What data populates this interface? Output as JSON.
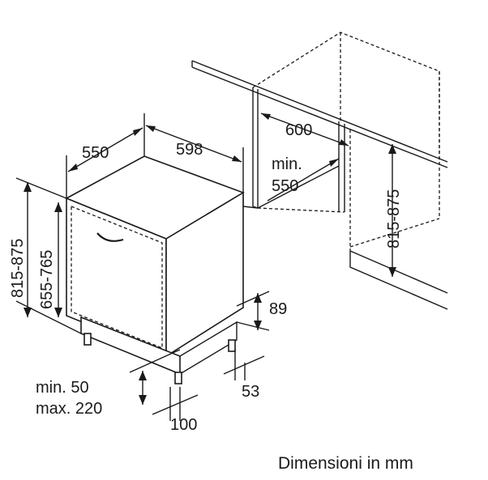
{
  "labels": {
    "width_depth": "550",
    "width": "598",
    "niche_width": "600",
    "niche_depth_min_line1": "min.",
    "niche_depth_min_line2": "550",
    "niche_height": "815-875",
    "height_outer": "815-875",
    "height_inner": "655-765",
    "plinth_height": "89",
    "foot_offset": "53",
    "door_min": "min. 50",
    "door_max": "max. 220",
    "foot_depth": "100"
  },
  "caption": "Dimensioni in mm"
}
